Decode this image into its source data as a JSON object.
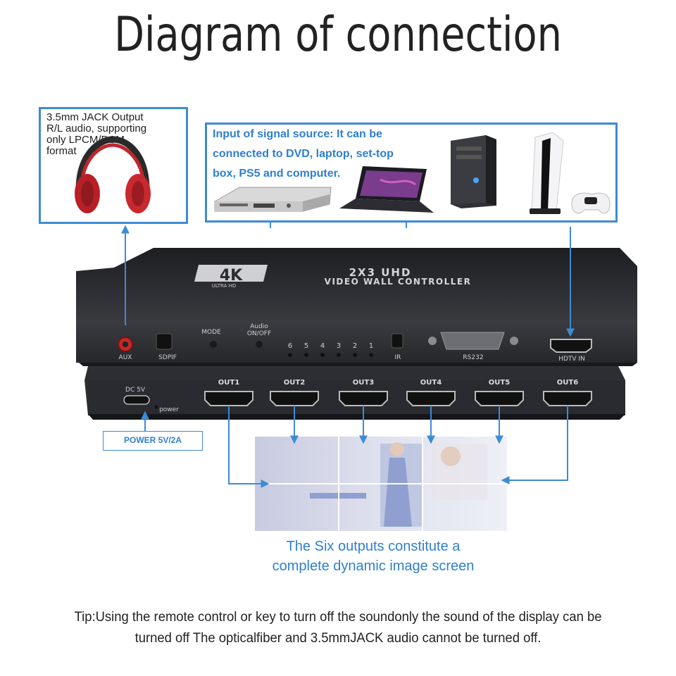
{
  "title": "Diagram of connection",
  "jack_box": {
    "lines": [
      "3.5mm JACK Output",
      "R/L audio, supporting",
      "only LPCM/PCM",
      "format"
    ]
  },
  "signal_box": {
    "lines": [
      "Input of signal source: It can be",
      "connected to DVD, laptop, set-top",
      "box, PS5 and computer."
    ]
  },
  "device": {
    "badge": "4K",
    "badge_sub": "ULTRA HD",
    "model_line1": "2X3 UHD",
    "model_line2": "VIDEO WALL CONTROLLER",
    "aux_label": "AUX",
    "spdif_label": "SDPIF",
    "mode_label": "MODE",
    "audio_label_1": "Audio",
    "audio_label_2": "ON/OFF",
    "leds": [
      "6",
      "5",
      "4",
      "3",
      "2",
      "1"
    ],
    "ir_label": "IR",
    "rs232_label": "RS232",
    "hdtv_in_label": "HDTV IN",
    "dc_label": "DC 5V",
    "power_label": "power",
    "outputs": [
      "OUT1",
      "OUT2",
      "OUT3",
      "OUT4",
      "OUT5",
      "OUT6"
    ]
  },
  "power_box": "POWER 5V/2A",
  "caption": [
    "The Six outputs constitute a",
    "complete dynamic image screen"
  ],
  "tip": [
    "Tip:Using the remote control or key to turn off the soundonly the sound of the display can be",
    "turned off The opticalfiber and 3.5mmJACK audio cannot be turned off."
  ],
  "colors": {
    "accent": "#3d8bd4",
    "device_body": "#2b2c30",
    "text": "#222222"
  }
}
